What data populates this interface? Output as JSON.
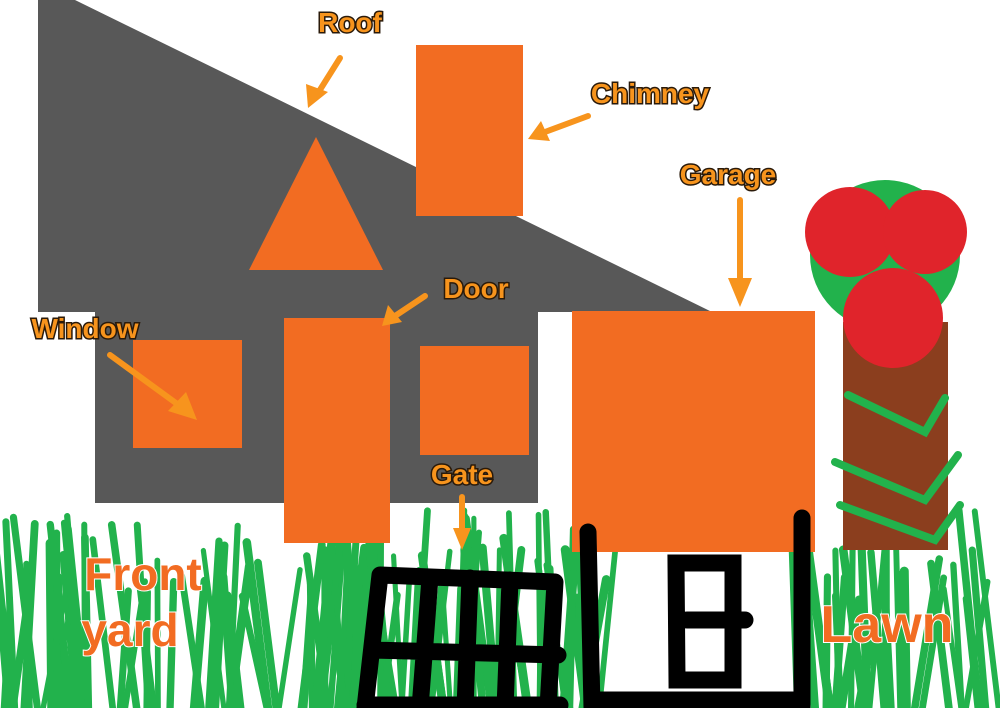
{
  "labels": {
    "roof": "Roof",
    "chimney": "Chimney",
    "garage": "Garage",
    "door": "Door",
    "window": "Window",
    "gate": "Gate",
    "front_yard_line1": "Front",
    "front_yard_line2": "yard",
    "lawn": "Lawn"
  },
  "colors": {
    "roof_gray": "#585858",
    "house_orange": "#F26C22",
    "label_orange": "#F7941D",
    "grass_green": "#22B24C",
    "apple_red": "#E0242B",
    "trunk_brown": "#8B3E1E"
  }
}
